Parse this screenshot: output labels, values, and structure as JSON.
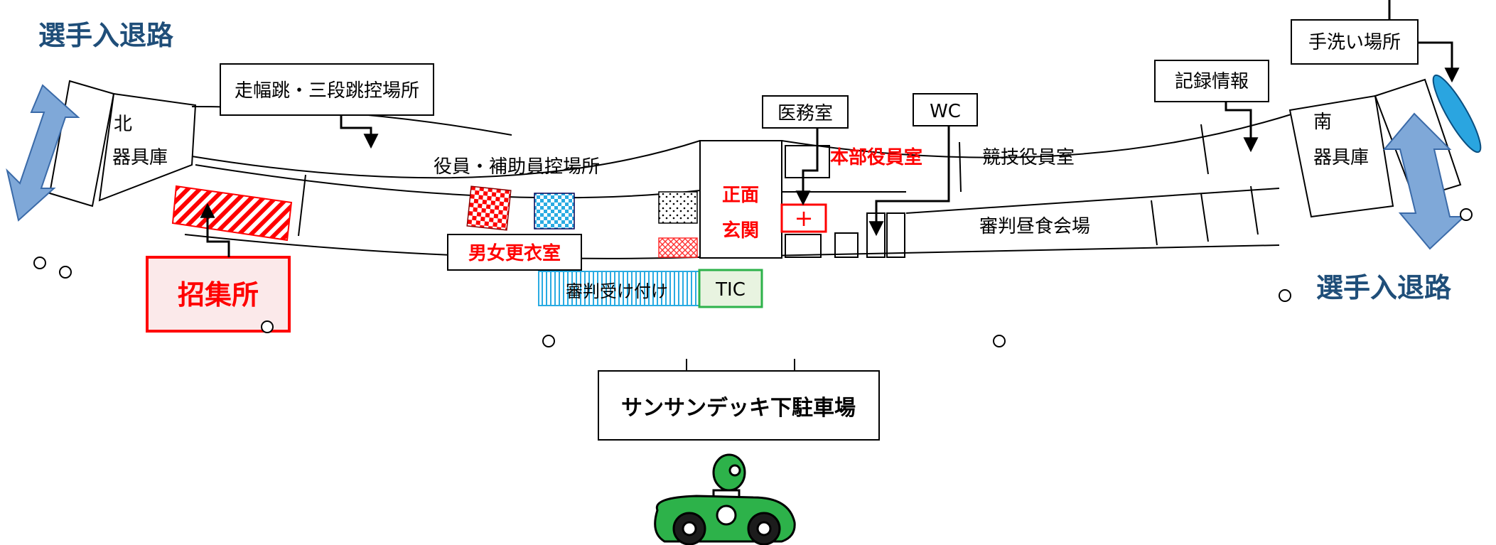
{
  "colors": {
    "accent_blue": "#1f4e79",
    "arrow_blue": "#7fa8d8",
    "red": "#ff0000",
    "cyan": "#29abe2",
    "green": "#2db24a",
    "tic_fill": "#e8f3e0"
  },
  "labels": {
    "entry_exit_top_left": "選手入退路",
    "entry_exit_right": "選手入退路",
    "long_jump_area": "走幅跳・三段跳控場所",
    "north_label_1": "北",
    "north_label_2": "器具庫",
    "officials_area": "役員・補助員控場所",
    "dressing_room": "男女更衣室",
    "front_entrance_1": "正面",
    "front_entrance_2": "玄関",
    "medical_room": "医務室",
    "hq_officials_room": "本部役員室",
    "wc": "WC",
    "competition_officials_room": "競技役員室",
    "referee_lunch": "審判昼食会場",
    "records_info": "記録情報",
    "handwash": "手洗い場所",
    "south_label_1": "南",
    "south_label_2": "器具庫",
    "call_room": "招集所",
    "referee_reception": "審判受け付け",
    "tic": "TIC",
    "parking": "サンサンデッキ下駐車場",
    "first_aid_symbol": "+"
  },
  "icons": {
    "left_arrow": "double-arrow-icon",
    "right_arrow": "double-arrow-icon",
    "car": "race-car-icon",
    "handwash_oval": "handwash-marker-icon"
  }
}
